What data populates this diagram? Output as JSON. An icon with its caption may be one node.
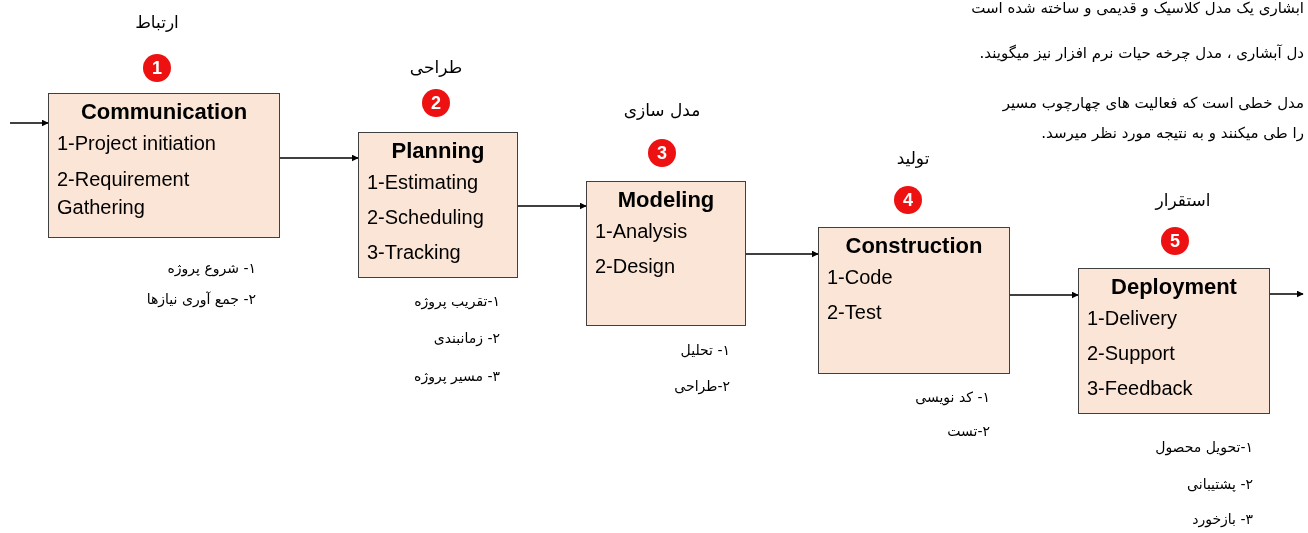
{
  "diagram": {
    "nodes": [
      {
        "text": [
          "1"
        ],
        "beside": [
          "ارتباط"
        ]
      },
      {
        "text": [
          "Communication",
          "1-Project initiation",
          "2-Requirement Gathering"
        ],
        "beside": [
          "۱- شروع پروژه",
          "۲- جمع آوری نیازها"
        ]
      },
      {
        "text": [
          "2"
        ],
        "beside": [
          "طراحی"
        ]
      },
      {
        "text": [
          "Planning",
          "1-Estimating",
          "2-Scheduling",
          "3-Tracking"
        ],
        "beside": [
          "۱-تقریب پروژه",
          "۲- زمانبندی",
          "۳- مسیر پروژه"
        ]
      },
      {
        "text": [
          "3"
        ],
        "beside": [
          "مدل سازی"
        ]
      },
      {
        "text": [
          "Modeling",
          "1-Analysis",
          "2-Design"
        ],
        "beside": [
          "۱- تحلیل",
          "۲-طراحی"
        ]
      },
      {
        "text": [
          "4"
        ],
        "beside": [
          "تولید"
        ]
      },
      {
        "text": [
          "Construction",
          "1-Code",
          "2-Test"
        ],
        "beside": [
          "۱- کد نویسی",
          "۲-تست"
        ]
      },
      {
        "text": [
          "5"
        ],
        "beside": [
          "استقرار"
        ]
      },
      {
        "text": [
          "Deployment",
          "1-Delivery",
          "2-Support",
          "3-Feedback"
        ],
        "beside": [
          "۱-تحویل محصول",
          "۲- پشتیبانی",
          "۳- بازخورد"
        ]
      }
    ],
    "edges": [
      {
        "from": null,
        "to": 1,
        "arrow": "to"
      },
      {
        "from": 1,
        "to": 3,
        "arrow": "to"
      },
      {
        "from": 3,
        "to": 5,
        "arrow": "to"
      },
      {
        "from": 5,
        "to": 7,
        "arrow": "to"
      },
      {
        "from": 7,
        "to": 9,
        "arrow": "to"
      },
      {
        "from": 9,
        "to": null,
        "arrow": "to"
      }
    ],
    "labels": [
      "ابشاری یک مدل کلاسیک و قدیمی و ساخته شده است",
      "دل آبشاری ، مدل چرخه حیات نرم افزار نیز میگویند.",
      "مدل خطی است که فعالیت های چهارچوب مسیر",
      "را طی میکنند و به نتیجه مورد نظر میرسد."
    ]
  }
}
